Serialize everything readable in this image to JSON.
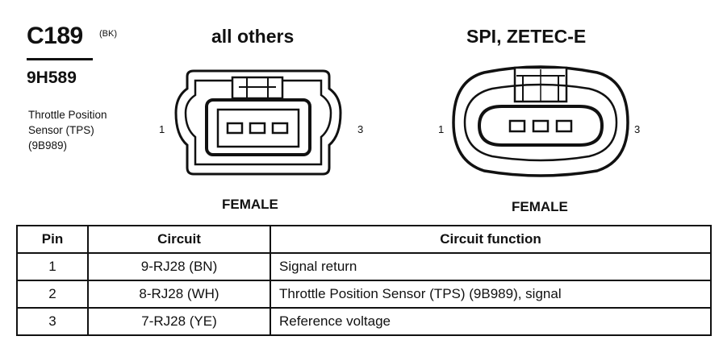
{
  "connector": {
    "id": "C189",
    "color_code": "(BK)",
    "part_number": "9H589",
    "description": "Throttle Position\nSensor (TPS)\n(9B989)"
  },
  "variants": [
    {
      "title": "all others",
      "gender": "FEMALE",
      "pin_left": "1",
      "pin_right": "3"
    },
    {
      "title": "SPI, ZETEC-E",
      "gender": "FEMALE",
      "pin_left": "1",
      "pin_right": "3"
    }
  ],
  "table": {
    "headers": [
      "Pin",
      "Circuit",
      "Circuit function"
    ],
    "rows": [
      {
        "pin": "1",
        "circuit": "9-RJ28 (BN)",
        "function": "Signal return"
      },
      {
        "pin": "2",
        "circuit": "8-RJ28 (WH)",
        "function": "Throttle Position Sensor (TPS) (9B989), signal"
      },
      {
        "pin": "3",
        "circuit": "7-RJ28 (YE)",
        "function": "Reference voltage"
      }
    ]
  }
}
